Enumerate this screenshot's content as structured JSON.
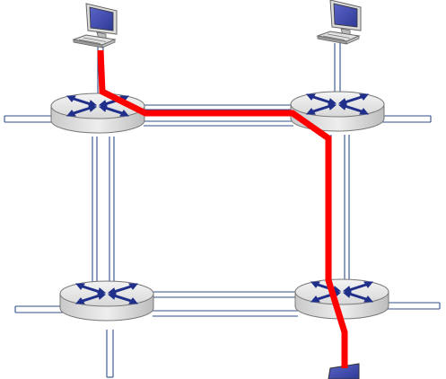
{
  "diagram": {
    "type": "network-topology",
    "nodes": [
      {
        "id": "host-top-left",
        "kind": "host"
      },
      {
        "id": "host-top-right",
        "kind": "host"
      },
      {
        "id": "host-bottom-right",
        "kind": "host"
      },
      {
        "id": "router-top-left",
        "kind": "router"
      },
      {
        "id": "router-top-right",
        "kind": "router"
      },
      {
        "id": "router-bottom-left",
        "kind": "router"
      },
      {
        "id": "router-bottom-right",
        "kind": "router"
      }
    ],
    "highlighted_path": {
      "color": "#ff0000",
      "route": [
        "host-top-left",
        "router-top-left",
        "router-top-right",
        "router-bottom-right",
        "host-bottom-right"
      ]
    },
    "colors": {
      "link": "#30508a",
      "router_body": "#d6d6d6",
      "router_top": "#e9e9e9",
      "router_arrows": "#1f2f8a",
      "path": "#ff0000"
    }
  }
}
